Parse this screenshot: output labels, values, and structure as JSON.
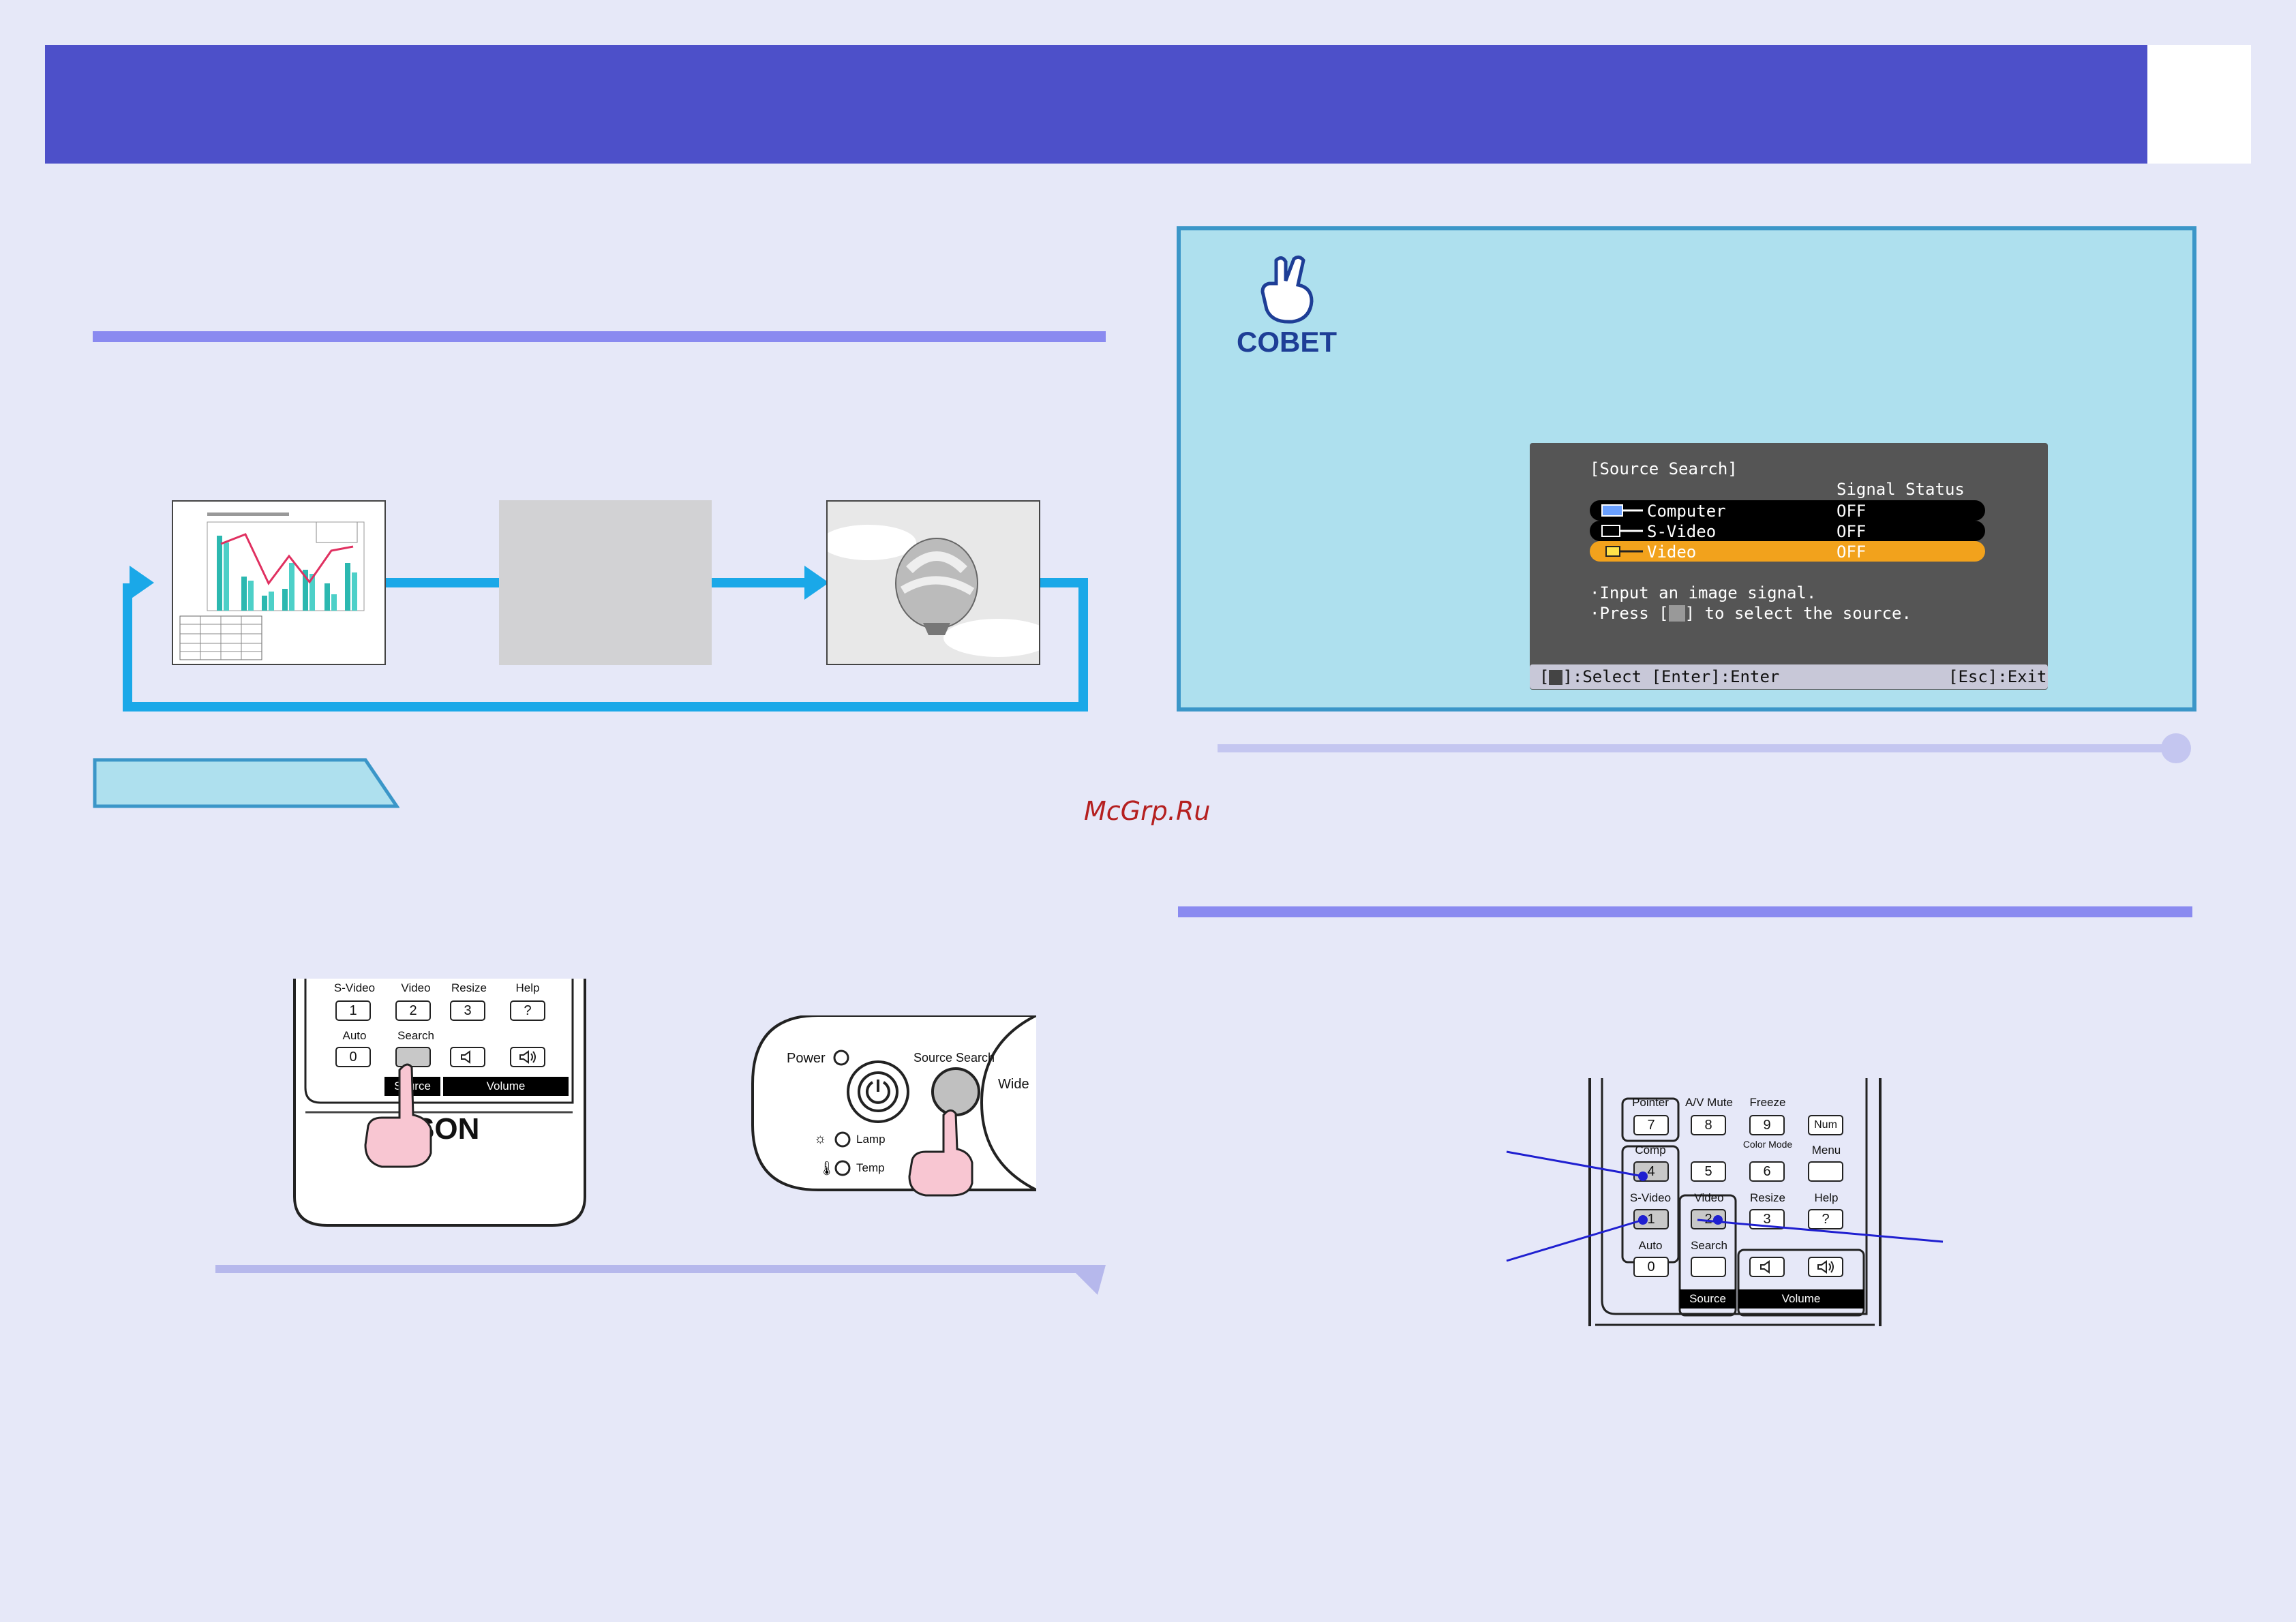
{
  "watermark": "McGrp.Ru",
  "tip": {
    "badge": "COBET"
  },
  "osd": {
    "title": "[Source Search]",
    "status_header": "Signal Status",
    "sources": [
      {
        "name": "Computer",
        "status": "OFF"
      },
      {
        "name": "S-Video",
        "status": "OFF"
      },
      {
        "name": "Video",
        "status": "OFF"
      }
    ],
    "msg1": "·Input an image signal.",
    "msg2_pre": "·Press [",
    "msg2_post": "] to select the source.",
    "foot_left_pre": "[",
    "foot_left_post": "]:Select [Enter]:Enter",
    "foot_right": "[Esc]:Exit"
  },
  "remote1": {
    "labels": [
      "S-Video",
      "Video",
      "Resize",
      "Help",
      "Auto",
      "Search"
    ],
    "keys": [
      "1",
      "2",
      "3",
      "?",
      "0"
    ],
    "bar_left": "Source",
    "bar_right": "Volume",
    "brand": "SON"
  },
  "panel": {
    "power": "Power",
    "source_search": "Source Search",
    "wide": "Wide",
    "lamp": "Lamp",
    "temp": "Temp"
  },
  "remote2": {
    "row1_labels": [
      "Pointer",
      "A/V Mute",
      "Freeze",
      ""
    ],
    "row1_keys": [
      "7",
      "8",
      "9",
      "Num"
    ],
    "row2_labels": [
      "Comp",
      "",
      "Color Mode",
      "Menu"
    ],
    "row2_keys": [
      "4",
      "5",
      "6",
      ""
    ],
    "row3_labels": [
      "S-Video",
      "Video",
      "Resize",
      "Help"
    ],
    "row3_keys": [
      "1",
      "2",
      "3",
      "?"
    ],
    "row4_labels": [
      "Auto",
      "Search"
    ],
    "row4_keys": [
      "0",
      ""
    ],
    "bar_left": "Source",
    "bar_right": "Volume"
  }
}
